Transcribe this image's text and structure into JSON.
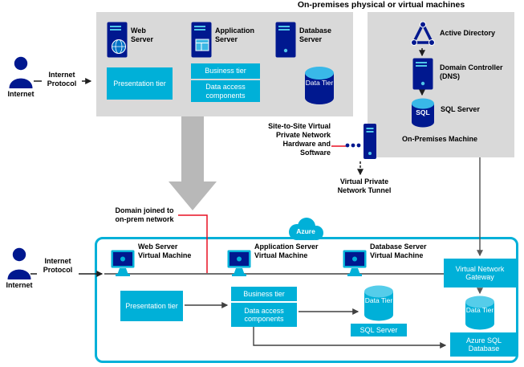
{
  "title": "On-premises physical or virtual machines",
  "colors": {
    "navy": "#00188f",
    "cyan": "#00b0d8",
    "red": "#e81123",
    "panel_gray": "#d9d9d9",
    "arrow_gray": "#b8b8b8"
  },
  "onprem": {
    "internet_label": "Internet",
    "internet_protocol": "Internet Protocol",
    "web_server_label": "Web Server",
    "presentation_tier": "Presentation tier",
    "app_server_label": "Application Server",
    "business_tier": "Business tier",
    "data_access": "Data access components",
    "db_server_label": "Database Server",
    "data_tier": "Data Tier"
  },
  "onprem_machine": {
    "active_directory": "Active Directory",
    "domain_controller": "Domain Controller (DNS)",
    "sql_badge": "SQL",
    "sql_server": "SQL Server",
    "machine_label": "On-Premises Machine"
  },
  "vpn": {
    "site_to_site": "Site-to-Site Virtual Private Network Hardware and Software",
    "tunnel": "Virtual Private Network Tunnel"
  },
  "azure": {
    "cloud_label": "Azure",
    "domain_joined": "Domain joined to on-prem network",
    "internet_label": "Internet",
    "internet_protocol": "Internet Protocol",
    "web_vm_label": "Web Server Virtual Machine",
    "presentation_tier": "Presentation tier",
    "app_vm_label": "Application Server Virtual Machine",
    "business_tier": "Business tier",
    "data_access": "Data access components",
    "db_vm_label": "Database Server Virtual Machine",
    "data_tier": "Data Tier",
    "sql_server": "SQL Server",
    "vng": "Virtual Network Gateway",
    "azure_sql_data_tier": "Data Tier",
    "azure_sql_db": "Azure SQL Database"
  }
}
